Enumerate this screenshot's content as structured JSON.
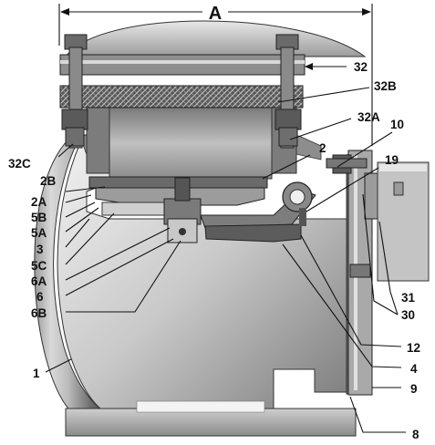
{
  "dimension_label": "A",
  "callouts": {
    "c1": "1",
    "c2": "2",
    "c2A": "2A",
    "c2B": "2B",
    "c3": "3",
    "c4": "4",
    "c5A": "5A",
    "c5B": "5B",
    "c5C": "5C",
    "c6": "6",
    "c6A": "6A",
    "c6B": "6B",
    "c8": "8",
    "c9": "9",
    "c10": "10",
    "c12": "12",
    "c19": "19",
    "c30": "30",
    "c31": "31",
    "c32": "32",
    "c32A": "32A",
    "c32B": "32B",
    "c32C": "32C"
  }
}
